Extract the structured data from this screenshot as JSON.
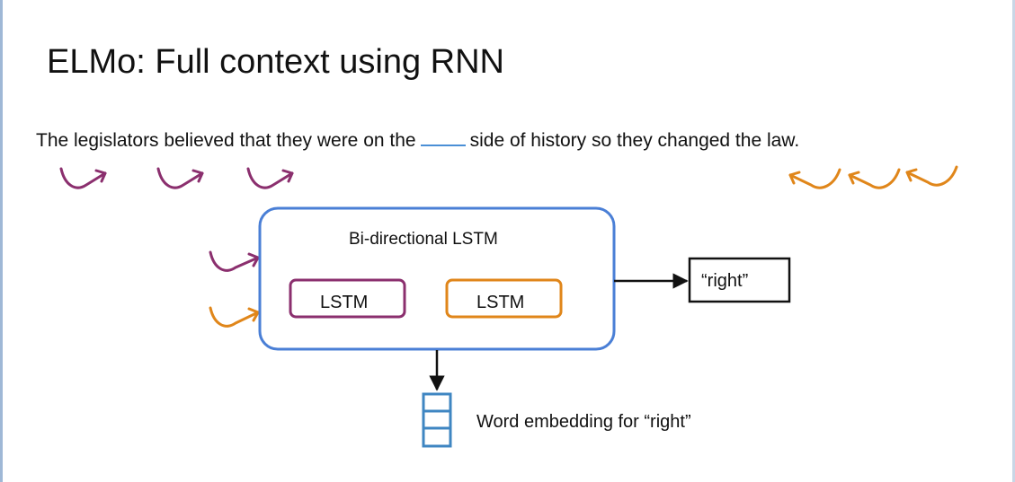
{
  "slide": {
    "title": "ELMo: Full context using RNN"
  },
  "sentence": {
    "before_blank": "The legislators believed that they were on the",
    "after_blank": "side of history so they changed the law."
  },
  "diagram": {
    "bilstm_title": "Bi-directional LSTM",
    "forward_lstm_label": "LSTM",
    "backward_lstm_label": "LSTM",
    "output_label": "“right”",
    "embedding_label": "Word embedding for “right”"
  },
  "colors": {
    "forward": "#8b2f6e",
    "backward": "#e0861a",
    "container": "#4a7fd6",
    "embedding": "#3f86c2",
    "blank_line": "#4a8fd6"
  }
}
